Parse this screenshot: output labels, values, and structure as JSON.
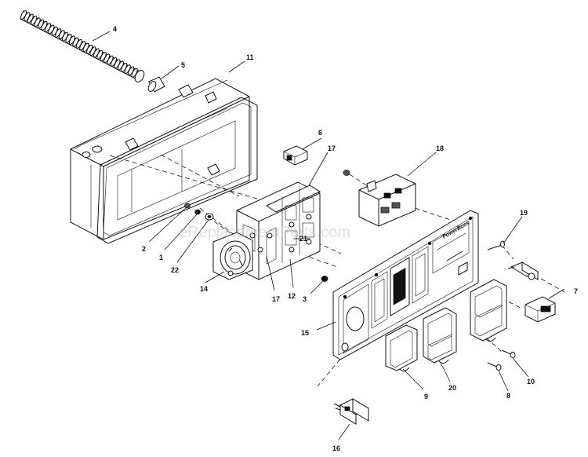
{
  "watermark": "eReplacementParts.com",
  "panel_brand": "PowerBoss",
  "callouts": {
    "c4": "4",
    "c5": "5",
    "c11": "11",
    "c6": "6",
    "c17a": "17",
    "c18": "18",
    "c19": "19",
    "c2": "2",
    "c1": "1",
    "c22": "22",
    "c21": "21",
    "c14": "14",
    "c17b": "17",
    "c12": "12",
    "c3": "3",
    "c15": "15",
    "c7": "7",
    "c10": "10",
    "c8": "8",
    "c9": "9",
    "c20": "20",
    "c16": "16"
  }
}
